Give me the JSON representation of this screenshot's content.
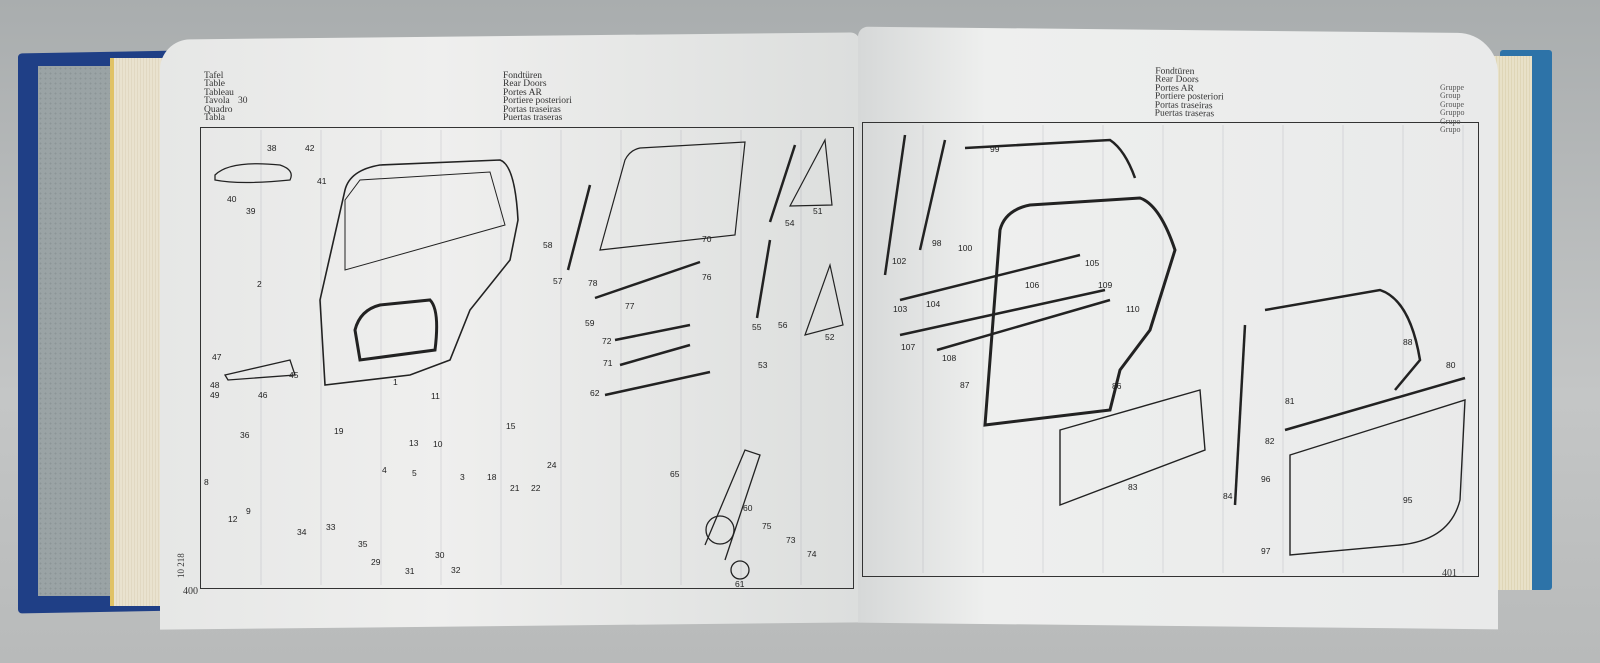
{
  "left_page": {
    "header_labels": [
      "Tafel",
      "Table",
      "Tableau",
      "Tavola",
      "Quadro",
      "Tabla"
    ],
    "plate_number": "30",
    "titles": [
      "Fondtüren",
      "Rear Doors",
      "Portes AR",
      "Portiere posteriori",
      "Portas traseiras",
      "Puertas traseras"
    ],
    "page_number": "400",
    "side_code": "10 218",
    "callouts": [
      "38",
      "42",
      "41",
      "40",
      "39",
      "2",
      "47",
      "45",
      "48",
      "46",
      "49",
      "1",
      "11",
      "19",
      "36",
      "13",
      "15",
      "10",
      "3",
      "18",
      "21",
      "22",
      "24",
      "8",
      "4",
      "5",
      "12",
      "9",
      "34",
      "33",
      "35",
      "29",
      "31",
      "30",
      "32",
      "58",
      "57",
      "78",
      "77",
      "59",
      "70",
      "76",
      "72",
      "71",
      "62",
      "65",
      "60",
      "75",
      "61",
      "73",
      "74",
      "54",
      "51",
      "55",
      "56",
      "53",
      "52"
    ]
  },
  "right_page": {
    "titles": [
      "Fondtüren",
      "Rear Doors",
      "Portes AR",
      "Portiere posteriori",
      "Portas traseiras",
      "Puertas traseras"
    ],
    "group_labels": [
      "Gruppe",
      "Group",
      "Groupe",
      "Gruppo",
      "Grupo",
      "Grupo"
    ],
    "page_number": "401",
    "callouts": [
      "99",
      "102",
      "98",
      "100",
      "103",
      "104",
      "105",
      "106",
      "109",
      "110",
      "107",
      "108",
      "87",
      "86",
      "83",
      "88",
      "80",
      "81",
      "82",
      "96",
      "95",
      "84",
      "97"
    ]
  }
}
